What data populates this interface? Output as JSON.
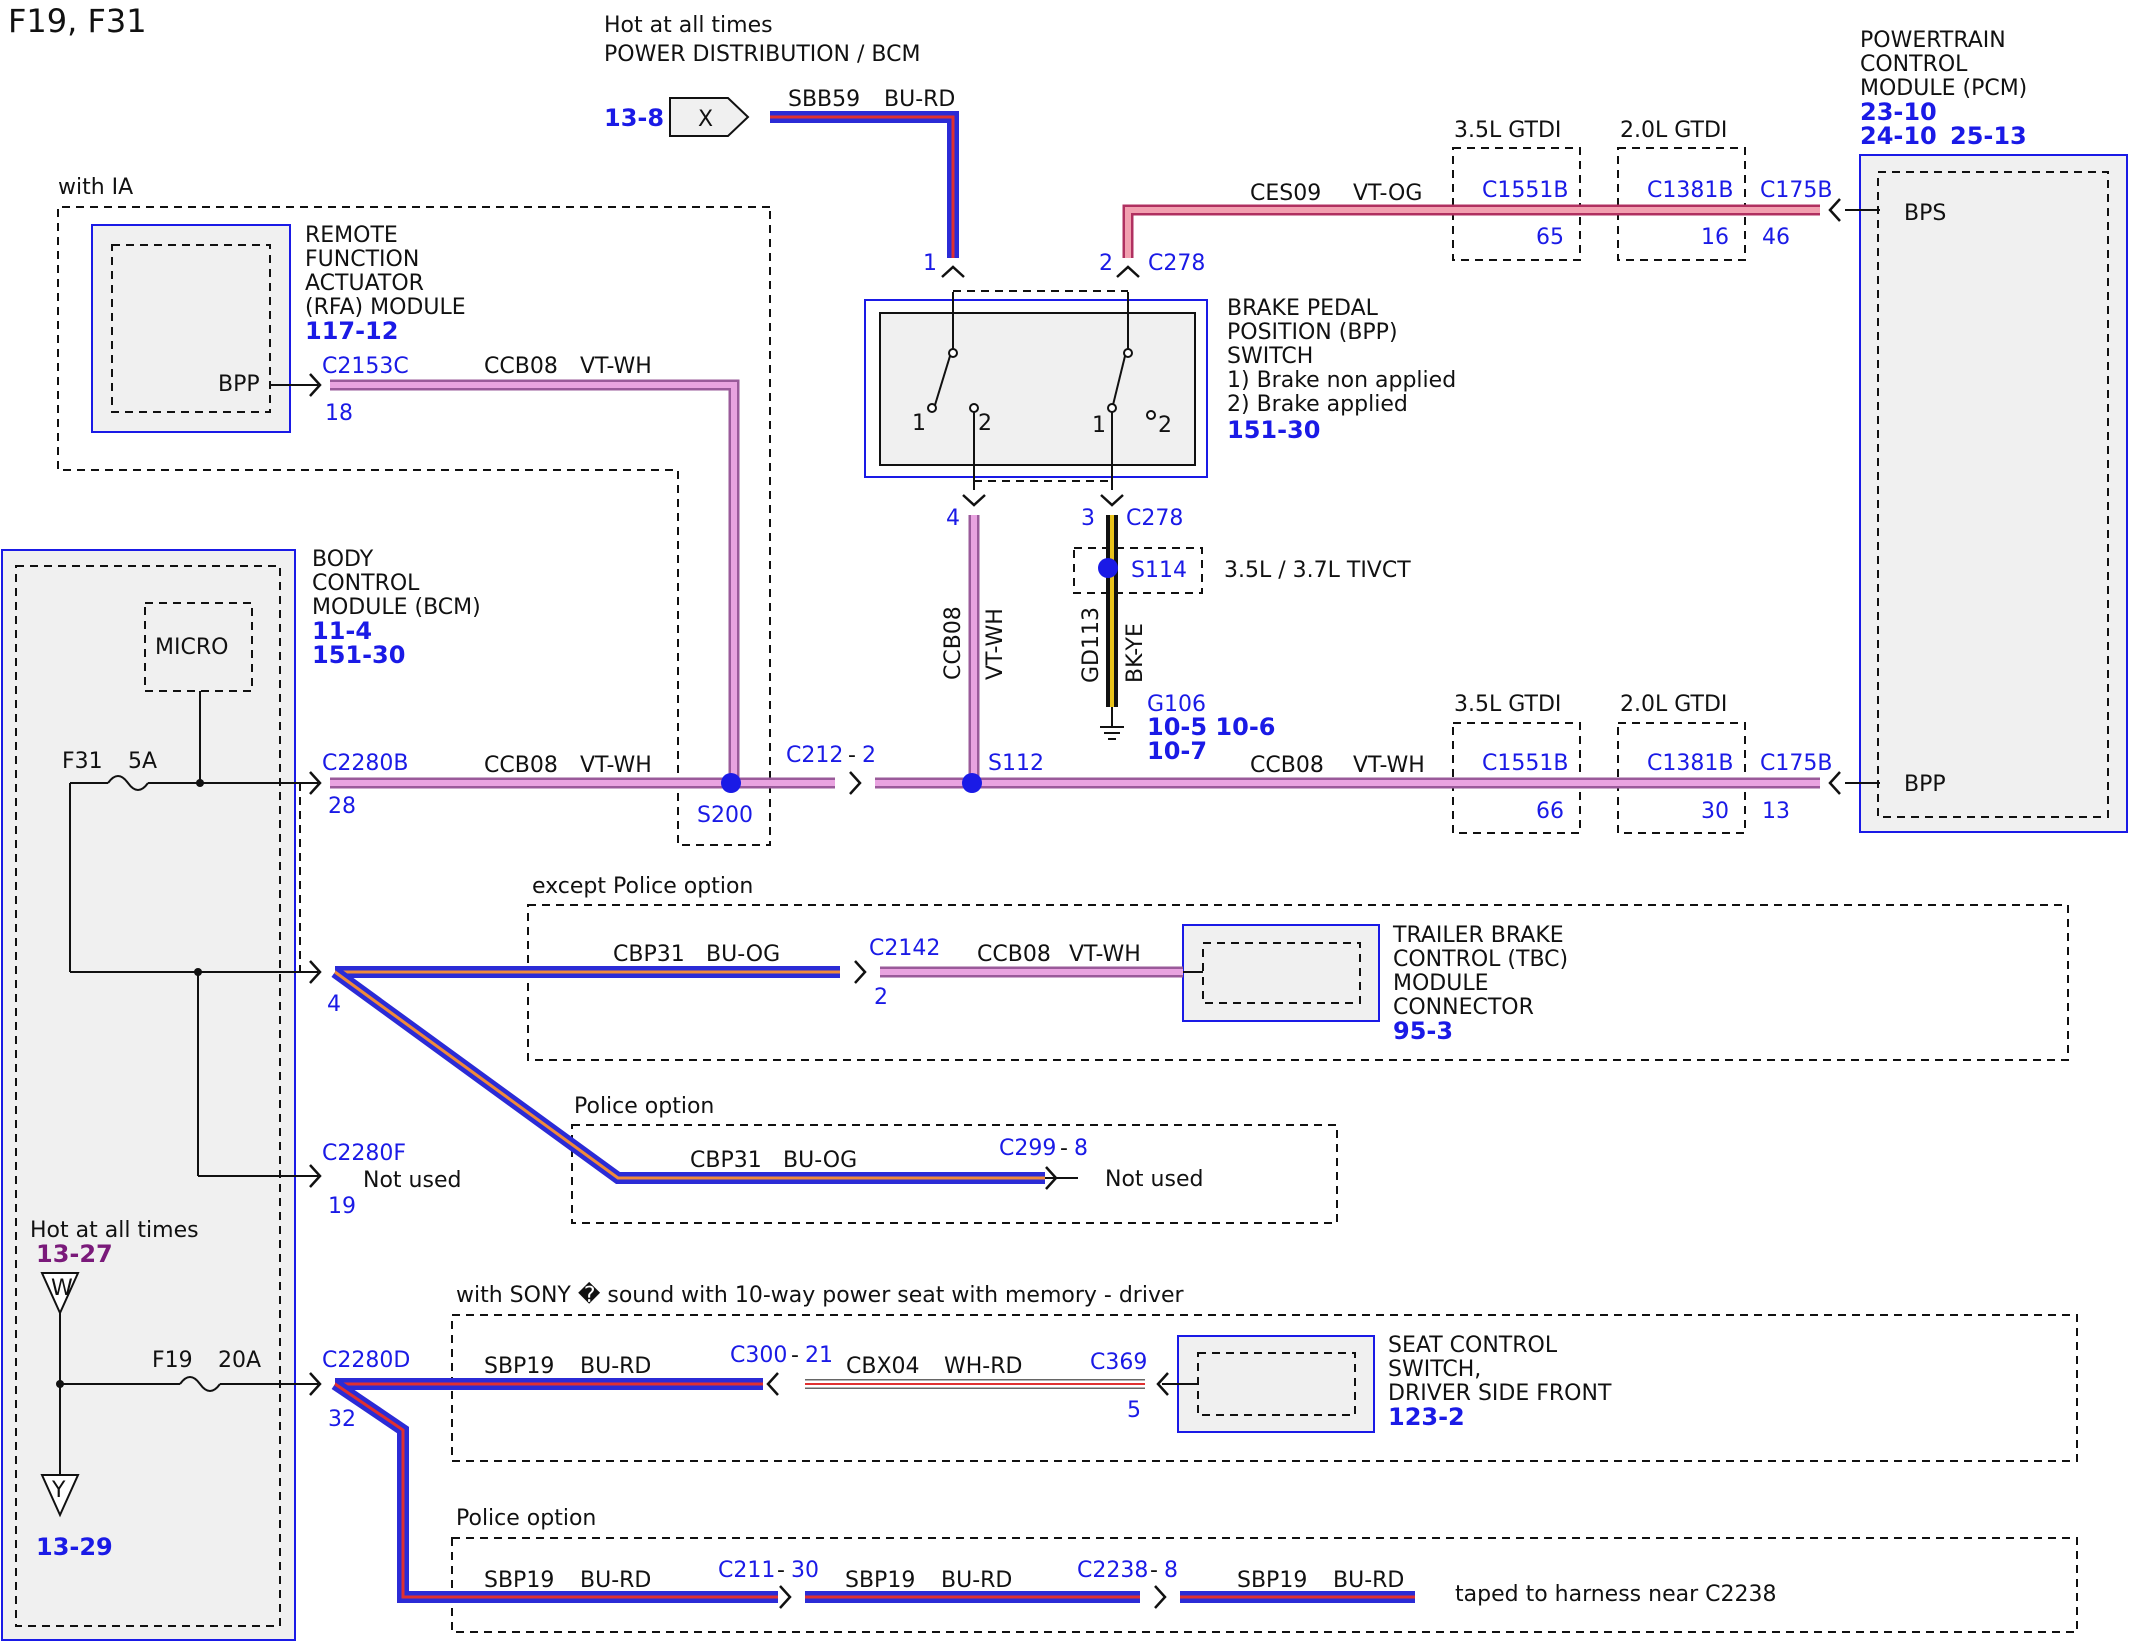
{
  "title": "F19, F31",
  "colors": {
    "wire_blue_core": "#2b2bd6",
    "wire_pink": "#e9a3e0",
    "wire_red_stripe": "#e03030",
    "wire_black": "#111111",
    "wire_yellow_stripe": "#e8c21a",
    "wire_violet_orange": "#f2a0b0",
    "wire_white_red": "#ffffff",
    "ref_blue": "#1a1ae6",
    "ref_purple": "#7a1a7a"
  },
  "power": {
    "hot_label": "Hot at all times",
    "dist_label": "POWER DISTRIBUTION / BCM",
    "ref": "13-8",
    "terminal": "X",
    "circuit": "SBB59",
    "color": "BU-RD"
  },
  "pcm": {
    "name_lines": [
      "POWERTRAIN",
      "CONTROL",
      "MODULE (PCM)"
    ],
    "refs": [
      "23-10",
      "24-10",
      "25-13"
    ],
    "pin_bps": "BPS",
    "pin_bpp": "BPP",
    "ces_circuit": "CES09",
    "ces_color": "VT-OG",
    "engine_35": "3.5L GTDI",
    "engine_20": "2.0L GTDI",
    "conn_c1551b": "C1551B",
    "conn_c1381b": "C1381B",
    "conn_c175b": "C175B",
    "top_pins": [
      "65",
      "16",
      "46"
    ],
    "bottom_pins": [
      "66",
      "30",
      "13"
    ]
  },
  "bpp_switch": {
    "name_lines": [
      "BRAKE PEDAL",
      "POSITION (BPP)",
      "SWITCH",
      "1) Brake non applied",
      "2) Brake applied"
    ],
    "ref": "151-30",
    "pin1": "1",
    "pin2": "2",
    "pin3": "3",
    "pin4": "4",
    "conn": "C278",
    "conn_bottom": "C278",
    "pos_1a": "1",
    "pos_2a": "2",
    "pos_1b": "1",
    "pos_2b": "2"
  },
  "ground": {
    "splice": "S114",
    "variant": "3.5L / 3.7L TIVCT",
    "circuit": "GD113",
    "color": "BK-YE",
    "ground_id": "G106",
    "refs_line1": "10-5 10-6",
    "refs_line2": "10-7"
  },
  "ccb_vertical": {
    "circuit": "CCB08",
    "color": "VT-WH"
  },
  "rfa": {
    "option": "with IA",
    "name_lines": [
      "REMOTE",
      "FUNCTION",
      "ACTUATOR",
      "(RFA) MODULE"
    ],
    "ref": "117-12",
    "pin_name": "BPP",
    "conn": "C2153C",
    "pin": "18",
    "circuit": "CCB08",
    "color": "VT-WH"
  },
  "bcm": {
    "name_lines": [
      "BODY",
      "CONTROL",
      "MODULE (BCM)"
    ],
    "refs": [
      "11-4",
      "151-30"
    ],
    "micro": "MICRO",
    "fuse_f31": "F31",
    "fuse_f31_amps": "5A",
    "fuse_f19": "F19",
    "fuse_f19_amps": "20A",
    "hot_label": "Hot at all times",
    "hot_ref": "13-27",
    "term_w": "W",
    "term_y": "Y",
    "bottom_ref": "13-29"
  },
  "main_bus": {
    "conn": "C2280B",
    "pin": "28",
    "circuit": "CCB08",
    "color": "VT-WH",
    "splice_s200": "S200",
    "conn_c212": "C212",
    "pin_c212": "2",
    "splice_s112": "S112",
    "circuit2": "CCB08",
    "color2": "VT-WH"
  },
  "tbc": {
    "option": "except Police option",
    "pin": "4",
    "circuit": "CBP31",
    "color": "BU-OG",
    "conn": "C2142",
    "conn_pin": "2",
    "circuit2": "CCB08",
    "color2": "VT-WH",
    "name_lines": [
      "TRAILER BRAKE",
      "CONTROL (TBC)",
      "MODULE",
      "CONNECTOR"
    ],
    "ref": "95-3"
  },
  "police1": {
    "option": "Police option",
    "circuit": "CBP31",
    "color": "BU-OG",
    "conn": "C299",
    "pin": "8",
    "not_used": "Not used"
  },
  "unused": {
    "conn": "C2280F",
    "pin": "19",
    "not_used": "Not used"
  },
  "seat": {
    "option": "with SONY � sound with 10-way power seat with memory - driver",
    "conn": "C2280D",
    "pin": "32",
    "circuit": "SBP19",
    "color": "BU-RD",
    "conn_c300": "C300",
    "pin_c300": "21",
    "circuit2": "CBX04",
    "color2": "WH-RD",
    "conn_c369": "C369",
    "pin_c369": "5",
    "name_lines": [
      "SEAT CONTROL",
      "SWITCH,",
      "DRIVER SIDE FRONT"
    ],
    "ref": "123-2"
  },
  "police2": {
    "option": "Police option",
    "circuit": "SBP19",
    "color": "BU-RD",
    "conn_c211": "C211",
    "pin_c211": "30",
    "circuit2": "SBP19",
    "color2": "BU-RD",
    "conn_c2238": "C2238",
    "pin_c2238": "8",
    "circuit3": "SBP19",
    "color3": "BU-RD",
    "note": "taped to harness near C2238"
  }
}
